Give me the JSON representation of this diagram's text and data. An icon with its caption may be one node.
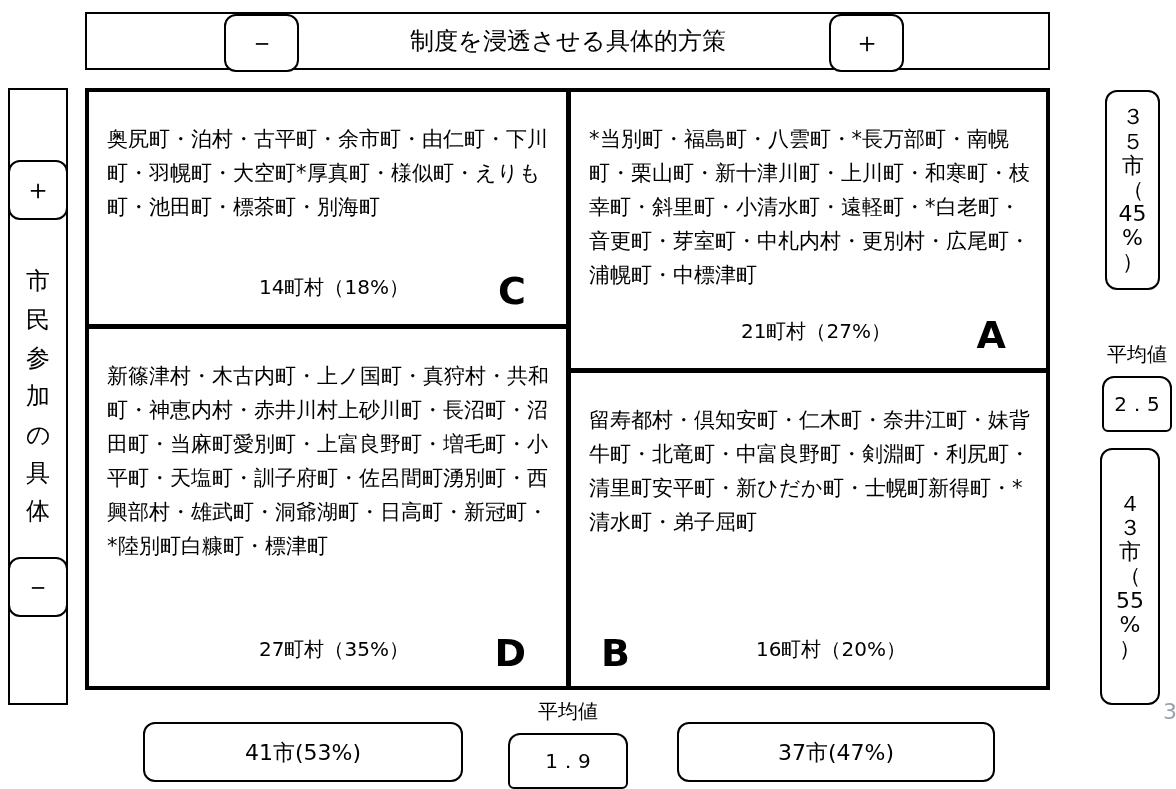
{
  "diagram": {
    "nodes": [
      {
        "text": [
          "制度を浸透させる具体的方策"
        ]
      },
      {
        "text": [
          "－"
        ],
        "in": 0
      },
      {
        "text": [
          "＋"
        ],
        "in": 0
      },
      {
        "text": [
          "市民参加の具体"
        ]
      },
      {
        "text": [
          "＋"
        ],
        "in": 3
      },
      {
        "text": [
          "－"
        ],
        "in": 3
      },
      {
        "text": [
          "奥尻町・泊村・古平町・余市町・由仁町・下川町・羽幌町・大空町*厚真町・様似町・えりも町・池田町・標茶町・別海町",
          "14町村（18%）",
          "C"
        ]
      },
      {
        "text": [
          "*当別町・福島町・八雲町・*長万部町・南幌町・栗山町・新十津川町・上川町・和寒町・枝幸町・斜里町・小清水町・遠軽町・*白老町・音更町・芽室町・中札内村・更別村・広尾町・浦幌町・中標津町",
          "21町村（27%）",
          "A"
        ]
      },
      {
        "text": [
          "新篠津村・木古内町・上ノ国町・真狩村・共和町・神恵内村・赤井川村上砂川町・長沼町・沼田町・当麻町愛別町・上富良野町・増毛町・小平町・天塩町・訓子府町・佐呂間町湧別町・西興部村・雄武町・洞爺湖町・日高町・新冠町・*陸別町白糠町・標津町",
          "27町村（35%）",
          "D"
        ]
      },
      {
        "text": [
          "留寿都村・倶知安町・仁木町・奈井江町・妹背牛町・北竜町・中富良野町・剣淵町・利尻町・清里町安平町・新ひだか町・士幌町新得町・*清水町・弟子屈町",
          "B",
          "16町村（20%）"
        ]
      },
      {
        "text": [
          "３５市（45%）"
        ]
      },
      {
        "text": [
          "平均値",
          "2．5"
        ]
      },
      {
        "text": [
          "４３市（55%）"
        ]
      },
      {
        "text": [
          "41市(53%)"
        ]
      },
      {
        "text": [
          "平均値",
          "1．9"
        ]
      },
      {
        "text": [
          "37市(47%)"
        ]
      }
    ],
    "labels": [
      "3"
    ]
  }
}
